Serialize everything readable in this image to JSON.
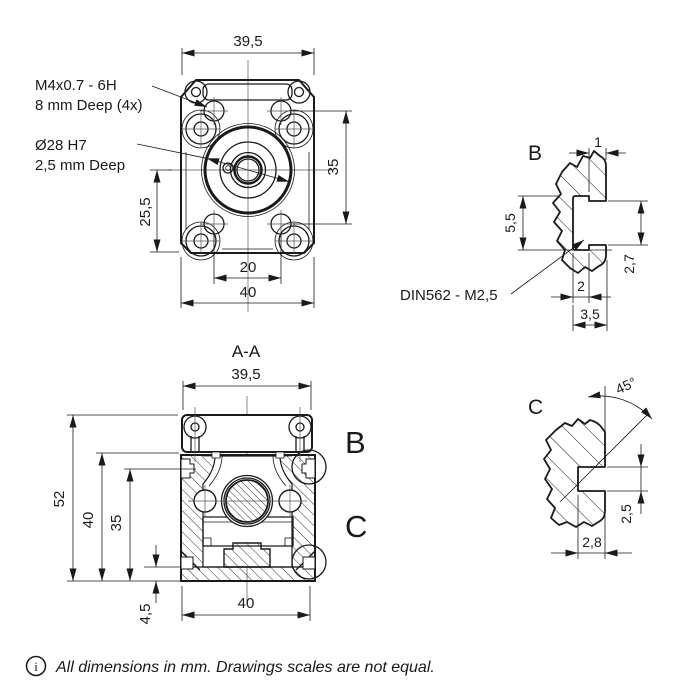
{
  "front_view": {
    "callout_m4_line1": "M4x0.7 - 6H",
    "callout_m4_line2": "8 mm Deep (4x)",
    "callout_bore_line1": "Ø28 H7",
    "callout_bore_line2": "2,5 mm Deep",
    "dim_width_top": "39,5",
    "dim_height_right": "35",
    "dim_height_left": "25,5",
    "dim_hole_spacing": "20",
    "dim_width_bottom": "40"
  },
  "section_view": {
    "title": "A-A",
    "dim_width_top": "39,5",
    "dim_height_total": "52",
    "dim_height_body": "40",
    "dim_height_inner": "35",
    "dim_base_thickness": "4,5",
    "dim_width_bottom": "40",
    "label_detail_b": "B",
    "label_detail_c": "C"
  },
  "detail_b": {
    "label": "B",
    "dim_lip_width": "1",
    "dim_pocket_height": "5,5",
    "dim_throat_height": "2,7",
    "dim_pocket_depth": "2",
    "dim_total_depth": "3,5",
    "callout": "DIN562 - M2,5"
  },
  "detail_c": {
    "label": "C",
    "dim_chamfer_angle": "45°",
    "dim_notch_height": "2,5",
    "dim_notch_depth": "2,8"
  },
  "footer": {
    "info_glyph": "i",
    "note": "All dimensions in mm. Drawings scales are not equal."
  },
  "colors": {
    "line": "#1a1a1a",
    "background": "#ffffff"
  }
}
